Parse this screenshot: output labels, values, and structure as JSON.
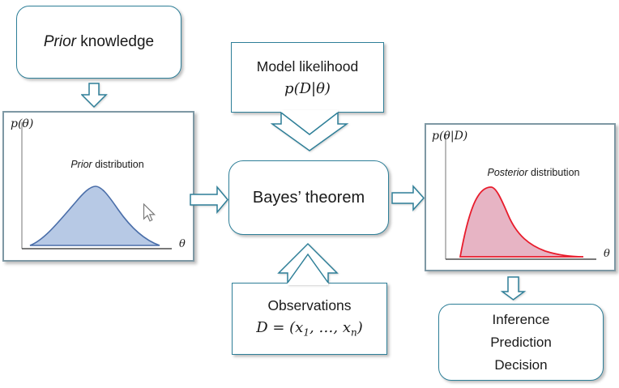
{
  "icons": {
    "mouse_cursor": "arrow-pointer",
    "connectors": [
      "block-down-arrow",
      "chevron-down-arrow",
      "right-arrow",
      "chevron-up-arrow"
    ]
  },
  "colors": {
    "shape_border": "#2e7f98",
    "chart_frame": "#7e98a4",
    "prior_curve_fill": "#b7c9e5",
    "prior_curve_stroke": "#4a6ea9",
    "posterior_curve_fill": "#e7b4c4",
    "posterior_curve_stroke": "#e81c2c",
    "axis": "#4d4d4d",
    "text": "#1a1a1a"
  },
  "nodes": {
    "prior_knowledge": {
      "emph": "Prior",
      "rest": " knowledge"
    },
    "model_likelihood": {
      "title": "Model likelihood",
      "formula": "p(D|θ)"
    },
    "bayes_theorem": {
      "label": "Bayes’ theorem"
    },
    "observations": {
      "title": "Observations",
      "formula": {
        "pre": "D = (x",
        "sub1": "1",
        "mid": ", …, x",
        "sub2": "n",
        "post": ")"
      }
    },
    "outcome": {
      "lines": [
        "Inference",
        "Prediction",
        "Decision"
      ]
    }
  },
  "charts": {
    "prior": {
      "ylabel": "p(θ)",
      "xlabel": "θ",
      "caption_emph": "Prior",
      "caption_rest": " distribution"
    },
    "posterior": {
      "ylabel": "p(θ|D)",
      "xlabel": "θ",
      "caption_emph": "Posterior",
      "caption_rest": " distribution"
    }
  },
  "chart_data": [
    {
      "id": "prior",
      "type": "area",
      "title": "Prior distribution",
      "xlabel": "θ",
      "ylabel": "p(θ)",
      "shape": "symmetric bell curve, no numeric ticks",
      "x_norm": [
        0.05,
        0.15,
        0.25,
        0.35,
        0.42,
        0.47,
        0.55,
        0.65,
        0.75,
        0.85,
        0.95
      ],
      "y_norm": [
        0.02,
        0.1,
        0.28,
        0.62,
        0.9,
        1.0,
        0.88,
        0.6,
        0.32,
        0.12,
        0.02
      ],
      "grid": false,
      "legend": false
    },
    {
      "id": "posterior",
      "type": "area",
      "title": "Posterior distribution",
      "xlabel": "θ",
      "ylabel": "p(θ|D)",
      "shape": "right-skewed unimodal curve, no numeric ticks",
      "x_norm": [
        0.08,
        0.12,
        0.16,
        0.2,
        0.24,
        0.3,
        0.38,
        0.48,
        0.6,
        0.75,
        0.9
      ],
      "y_norm": [
        0.02,
        0.25,
        0.6,
        0.92,
        1.0,
        0.8,
        0.52,
        0.3,
        0.16,
        0.06,
        0.02
      ],
      "grid": false,
      "legend": false
    }
  ]
}
